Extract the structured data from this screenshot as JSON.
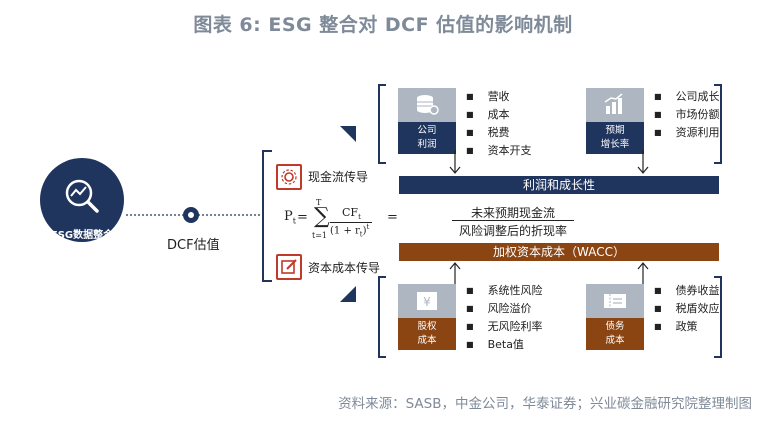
{
  "title": "图表 6: ESG 整合对 DCF 估值的影响机制",
  "source": "资料来源：SASB，中金公司，华泰证券；兴业碳金融研究院整理制图",
  "center_label": "ESG数据整合",
  "dcf_label": "DCF估值",
  "pathways": {
    "cashflow": "现金流传导",
    "capital_cost": "资本成本传导"
  },
  "formula": {
    "lhs": "P",
    "lhs_sub": "t",
    "eq": "=",
    "sum_top": "T",
    "sum_bottom": "t=1",
    "numerator": "CF",
    "numerator_sub": "t",
    "denominator": "(1 + r",
    "denominator_sub": "t",
    "denominator_end": ")",
    "denominator_sup": "t",
    "eq2": "=",
    "rhs_top": "未来预期现金流",
    "rhs_bottom": "风险调整后的折现率"
  },
  "bars": {
    "profit": "利润和成长性",
    "wacc": "加权资本成本（WACC）"
  },
  "cards": {
    "company_profit": {
      "line1": "公司",
      "line2": "利润"
    },
    "expected_growth": {
      "line1": "预期",
      "line2": "增长率"
    },
    "equity_cost": {
      "line1": "股权",
      "line2": "成本"
    },
    "debt_cost": {
      "line1": "债务",
      "line2": "成本"
    }
  },
  "lists": {
    "profit_items": [
      "营收",
      "成本",
      "税费",
      "资本开支"
    ],
    "growth_items": [
      "公司成长",
      "市场份额",
      "资源利用"
    ],
    "equity_items": [
      "系统性风险",
      "风险溢价",
      "无风险利率",
      "Beta值"
    ],
    "debt_items": [
      "债券收益",
      "税盾效应",
      "政策"
    ]
  },
  "colors": {
    "navy": "#1f355e",
    "brown": "#8b4513",
    "red_icon": "#c0392b",
    "title_grey": "#7f8a99",
    "card_grey": "#aeb6c2"
  },
  "icons": {
    "center": "chart-magnifier-icon",
    "cashflow": "gear-icon",
    "capital_cost": "edit-icon",
    "company_profit": "coin-database-icon",
    "expected_growth": "bar-growth-icon",
    "equity_cost": "yen-icon",
    "debt_cost": "ticket-icon"
  }
}
